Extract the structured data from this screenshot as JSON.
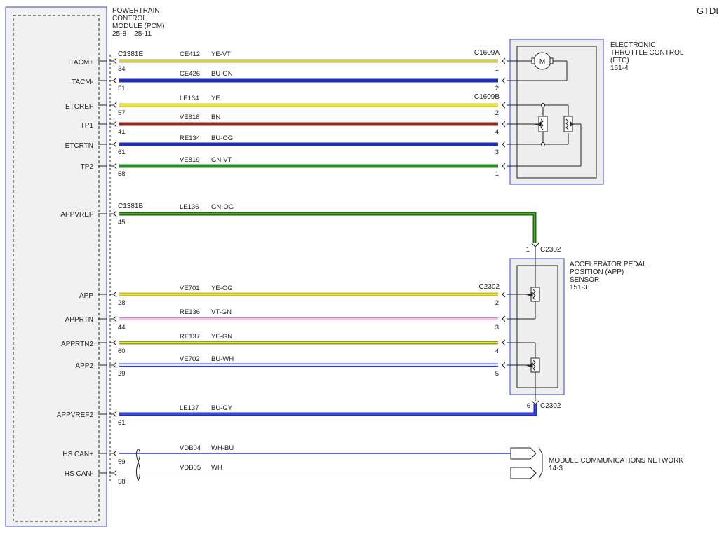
{
  "header": {
    "variant": "GTDI"
  },
  "pcm": {
    "name_lines": [
      "POWERTRAIN",
      "CONTROL",
      "MODULE (PCM)",
      "25-8    25-11"
    ],
    "pins": [
      {
        "label": "TACM+"
      },
      {
        "label": "TACM-"
      },
      {
        "label": "ETCREF"
      },
      {
        "label": "TP1"
      },
      {
        "label": "ETCRTN"
      },
      {
        "label": "TP2"
      },
      {
        "label": "APPVREF"
      },
      {
        "label": "APP"
      },
      {
        "label": "APPRTN"
      },
      {
        "label": "APPRTN2"
      },
      {
        "label": "APP2"
      },
      {
        "label": "APPVREF2"
      },
      {
        "label": "HS CAN+"
      },
      {
        "label": "HS CAN-"
      }
    ]
  },
  "connectors": {
    "pcm_c1": "C1381E",
    "pcm_c2": "C1381B",
    "etc_c1": "C1609A",
    "etc_c2": "C1609B",
    "app_side": "C2302",
    "app_top": "C2302",
    "app_bottom": "C2302"
  },
  "wires": [
    {
      "circuit": "CE412",
      "color_code": "YE-VT",
      "pcm_pin": "34",
      "dev_pin": "1",
      "color": "#d8d430",
      "stripe": "#9a9a9a"
    },
    {
      "circuit": "CE426",
      "color_code": "BU-GN",
      "pcm_pin": "51",
      "dev_pin": "2",
      "color": "#1f2fb8",
      "stripe": "#2a8a2a"
    },
    {
      "circuit": "LE134",
      "color_code": "YE",
      "pcm_pin": "57",
      "dev_pin": "2",
      "color": "#e2dc2a",
      "stripe": ""
    },
    {
      "circuit": "VE818",
      "color_code": "BN",
      "pcm_pin": "41",
      "dev_pin": "4",
      "color": "#8e2a22",
      "stripe": ""
    },
    {
      "circuit": "RE134",
      "color_code": "BU-OG",
      "pcm_pin": "61",
      "dev_pin": "3",
      "color": "#1f2fb8",
      "stripe": "#e08a2a"
    },
    {
      "circuit": "VE819",
      "color_code": "GN-VT",
      "pcm_pin": "58",
      "dev_pin": "1",
      "color": "#2a8a2a",
      "stripe": "#7a4aa0"
    },
    {
      "circuit": "LE136",
      "color_code": "GN-OG",
      "pcm_pin": "45",
      "dev_pin": "1",
      "color": "#2a8a2a",
      "stripe": "#e08a2a"
    },
    {
      "circuit": "VE701",
      "color_code": "YE-OG",
      "pcm_pin": "28",
      "dev_pin": "2",
      "color": "#e2dc2a",
      "stripe": "#e08a2a"
    },
    {
      "circuit": "RE136",
      "color_code": "VT-GN",
      "pcm_pin": "44",
      "dev_pin": "3",
      "color": "#e2a0d8",
      "stripe": "#2a8a2a"
    },
    {
      "circuit": "RE137",
      "color_code": "YE-GN",
      "pcm_pin": "60",
      "dev_pin": "4",
      "color": "#e2dc2a",
      "stripe": "#2a8a2a"
    },
    {
      "circuit": "VE702",
      "color_code": "BU-WH",
      "pcm_pin": "29",
      "dev_pin": "5",
      "color": "#2a3ad0",
      "stripe": "#ffffff"
    },
    {
      "circuit": "LE137",
      "color_code": "BU-GY",
      "pcm_pin": "61",
      "dev_pin": "6",
      "color": "#1f2fb8",
      "stripe": "#9a9a9a"
    },
    {
      "circuit": "VDB04",
      "color_code": "WH-BU",
      "pcm_pin": "59",
      "dev_pin": "",
      "color": "#ffffff",
      "stripe": "#2a3ad0"
    },
    {
      "circuit": "VDB05",
      "color_code": "WH",
      "pcm_pin": "58",
      "dev_pin": "",
      "color": "#ffffff",
      "stripe": ""
    }
  ],
  "devices": {
    "etc": {
      "lines": [
        "ELECTRONIC",
        "THROTTLE CONTROL",
        "(ETC)",
        "151-4"
      ]
    },
    "app": {
      "lines": [
        "ACCELERATOR PEDAL",
        "POSITION (APP)",
        "SENSOR",
        "151-3"
      ]
    },
    "network": {
      "lines": [
        "MODULE COMMUNICATIONS NETWORK",
        "14-3"
      ]
    }
  },
  "icons": {
    "motor": "motor-icon",
    "sensor": "potentiometer-icon",
    "network": "network-connector-icon"
  },
  "colors": {
    "module_border": "#3a45c8",
    "device_fill": "#eeeeee"
  }
}
